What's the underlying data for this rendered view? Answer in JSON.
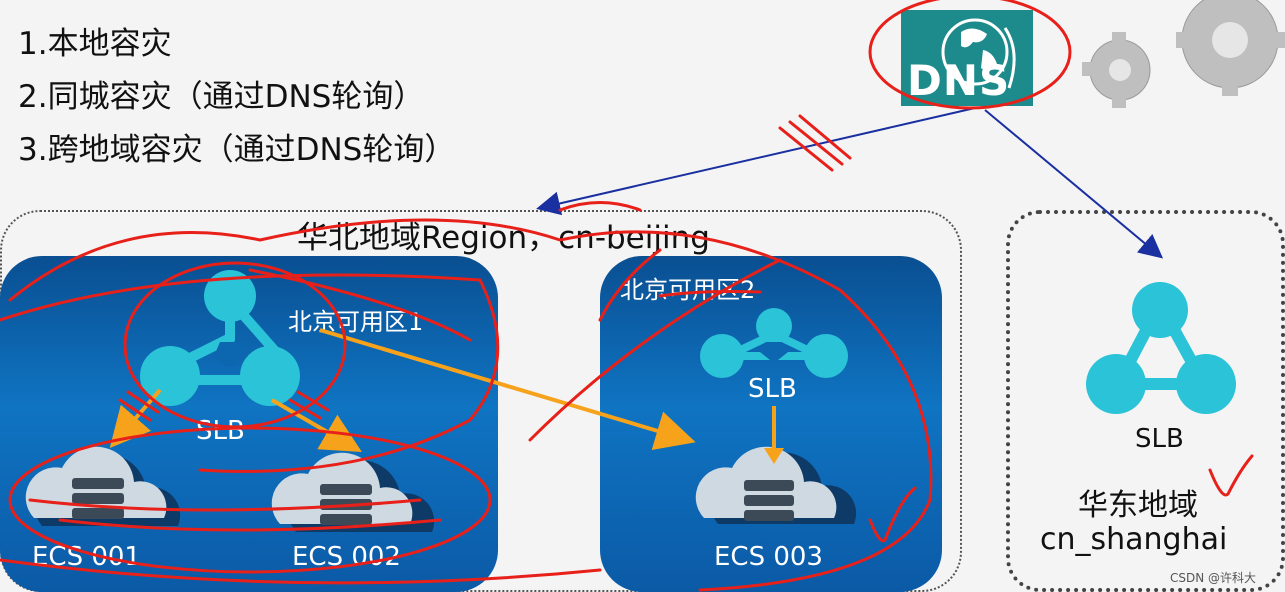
{
  "list": {
    "item1": "1.本地容灾",
    "item2": "2.同城容灾（通过DNS轮询）",
    "item3": "3.跨地域容灾（通过DNS轮询）"
  },
  "dns": {
    "label": "DNS"
  },
  "north_region": {
    "title": "华北地域Region，cn-beijing",
    "zone1": {
      "label": "北京可用区1",
      "slb": "SLB",
      "ecs1": "ECS 001",
      "ecs2": "ECS 002"
    },
    "zone2": {
      "label": "北京可用区2",
      "slb": "SLB",
      "ecs": "ECS 003"
    }
  },
  "east_region": {
    "slb": "SLB",
    "name_line1": "华东地域",
    "name_line2": "cn_shanghai"
  },
  "watermark": "CSDN @许科大",
  "colors": {
    "zone_blue": "#0f74c2",
    "slb_cyan": "#2bc3d8",
    "arrow_orange": "#f7a21b",
    "annotation_red": "#e8201a",
    "dns_teal": "#1d8b8c"
  }
}
